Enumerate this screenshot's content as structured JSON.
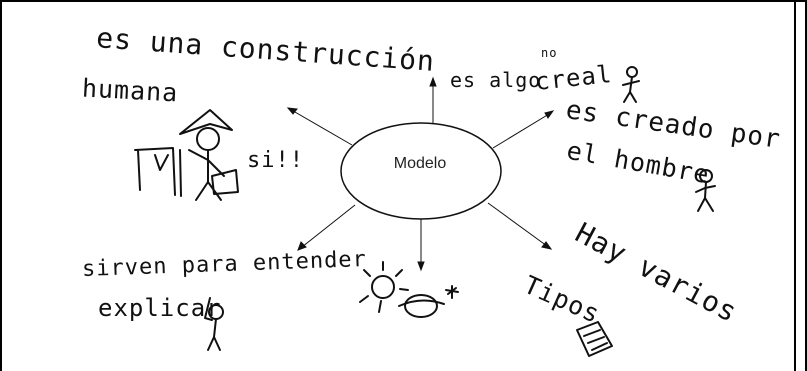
{
  "diagram": {
    "center": "Modelo",
    "notes": {
      "top_left_1": "es una construcción",
      "top_left_2": "humana",
      "top_mid": "es algo",
      "top_mid_2": "creal",
      "top_mid_small": "no",
      "right_1": "es creado por",
      "right_2": "el hombre",
      "si": "si!!",
      "bottom_left_1": "sirven para entender",
      "bottom_left_2": "explicar",
      "bottom_right_1": "Hay varios",
      "bottom_right_2": "Tipos"
    }
  }
}
